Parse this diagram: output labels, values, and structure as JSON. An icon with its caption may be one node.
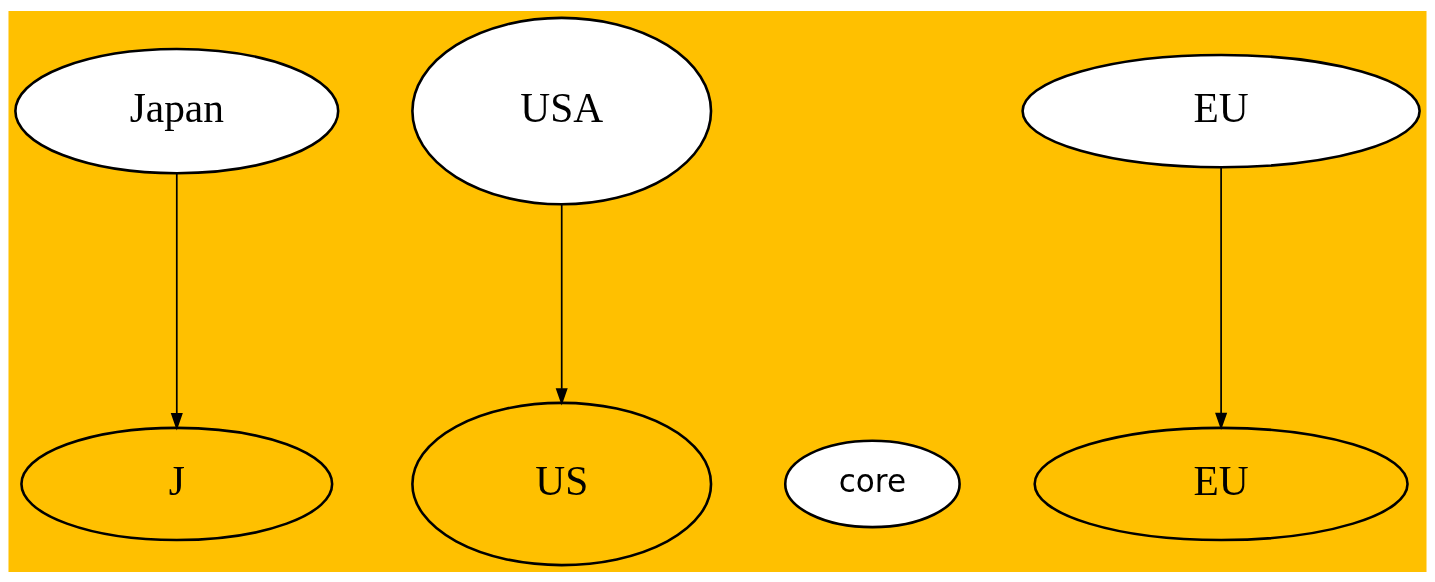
{
  "diagram": {
    "nodes": [
      {
        "text": [
          "Japan"
        ]
      },
      {
        "text": [
          "USA"
        ]
      },
      {
        "text": [
          "EU"
        ]
      },
      {
        "text": [
          "J"
        ]
      },
      {
        "text": [
          "US"
        ]
      },
      {
        "text": [
          "EU"
        ]
      },
      {
        "text": [
          "core"
        ]
      }
    ],
    "edges": [
      {
        "from": 0,
        "to": 3,
        "arrow": "to"
      },
      {
        "from": 1,
        "to": 4,
        "arrow": "to"
      },
      {
        "from": 2,
        "to": 5,
        "arrow": "to"
      }
    ]
  }
}
